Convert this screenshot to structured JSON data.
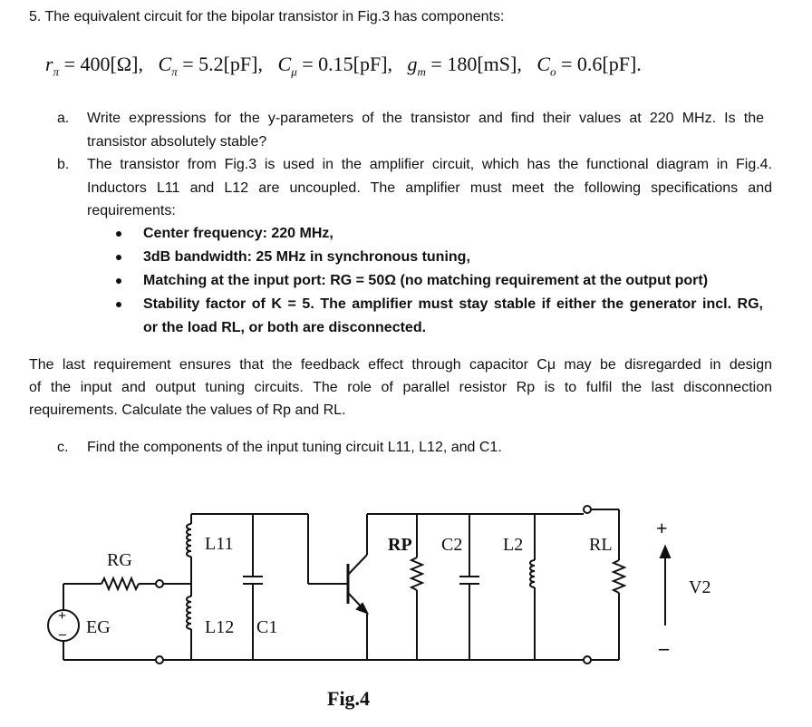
{
  "problem": {
    "heading": "5. The equivalent circuit for the bipolar transistor in Fig.3 has components:",
    "params": [
      {
        "sym": "r",
        "sub": "π",
        "eq": "= 400[Ω],"
      },
      {
        "sym": "C",
        "sub": "π",
        "eq": "= 5.2[pF],"
      },
      {
        "sym": "C",
        "sub": "μ",
        "eq": "= 0.15[pF],"
      },
      {
        "sym": "g",
        "sub": "m",
        "eq": "= 180[mS],"
      },
      {
        "sym": "C",
        "sub": "o",
        "eq": "= 0.6[pF]."
      }
    ],
    "a": {
      "marker": "a.",
      "line1": "Write expressions for the y-parameters of the transistor and find their values at 220 MHz. Is the",
      "line2": "transistor absolutely stable?"
    },
    "b": {
      "marker": "b.",
      "line1": "The transistor from Fig.3 is used in the amplifier circuit, which has the functional diagram in Fig.4.",
      "line2": "Inductors L11 and L12 are uncoupled. The amplifier must meet the following specifications and",
      "line3": "requirements:"
    },
    "bullets": [
      "Center frequency: 220 MHz,",
      "3dB bandwidth: 25 MHz in synchronous tuning,",
      "Matching at the input port: RG = 50Ω (no matching requirement at the output port)",
      "Stability factor of K = 5. The amplifier must stay stable if either the generator incl. RG,",
      "or the load RL, or both are disconnected."
    ],
    "para": {
      "line1": "The last requirement ensures that the feedback effect through capacitor Cμ may be disregarded in design",
      "line2": "of the input and output tuning circuits. The role of parallel resistor Rp is to fulfil the last disconnection",
      "line3": "requirements. Calculate the values of Rp and RL."
    },
    "c": {
      "marker": "c.",
      "line1": "Find the components of the input tuning circuit L11, L12, and C1."
    }
  },
  "figure": {
    "caption": "Fig.4",
    "labels": {
      "rg": "RG",
      "eg": "EG",
      "l11": "L11",
      "l12": "L12",
      "c1": "C1",
      "rp": "RP",
      "c2": "C2",
      "l2": "L2",
      "rl": "RL",
      "v2": "V2",
      "plus": "+",
      "minus": "–",
      "src_plus": "+",
      "src_minus": "–"
    }
  }
}
